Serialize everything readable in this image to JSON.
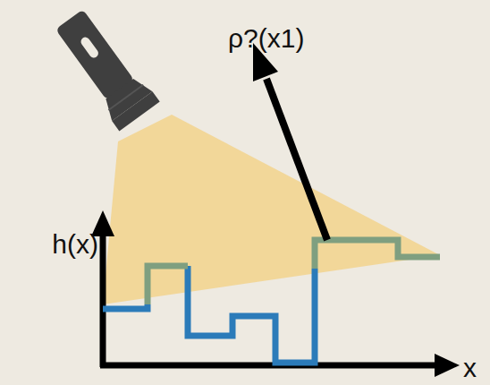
{
  "diagram": {
    "labels": [
      "ρ?(x1)",
      "h(x)",
      "x"
    ]
  }
}
